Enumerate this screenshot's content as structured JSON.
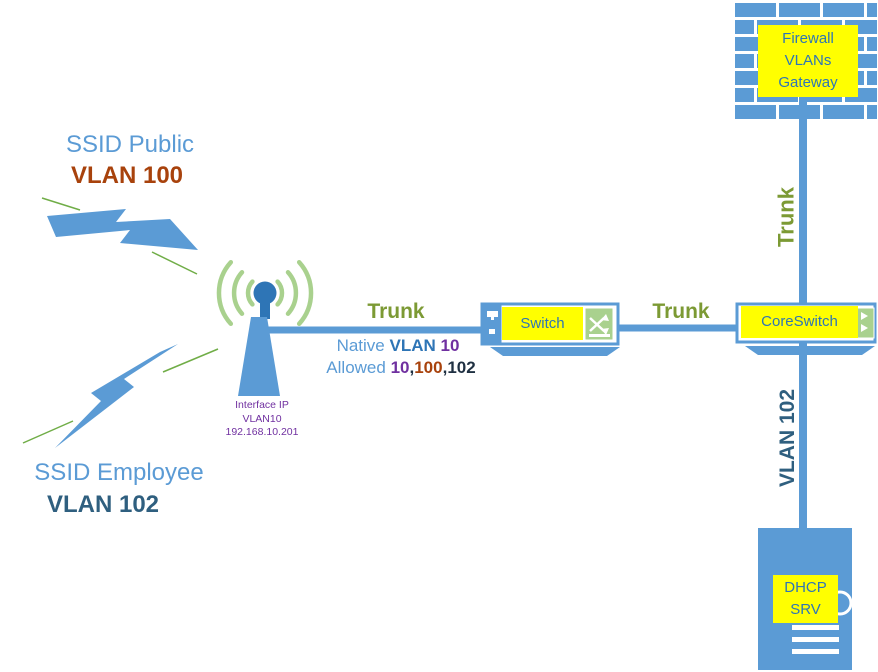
{
  "palette": {
    "primary_blue": "#5B9BD5",
    "dark_blue": "#2E75B6",
    "label_yellow": "#FFFF00",
    "olive_green": "#7C9A34",
    "leaf_green": "#70AD47",
    "arc_green": "#A9D18E",
    "purple": "#7030A0",
    "rust_orange": "#A8420C",
    "steel_blue": "#2F5F7F",
    "dark_navy": "#1F3042"
  },
  "wifi": {
    "public_ssid": "SSID Public",
    "public_vlan": "VLAN 100",
    "employee_ssid": "SSID Employee",
    "employee_vlan": "VLAN 102"
  },
  "access_point": {
    "line1": "Interface IP",
    "line2": "VLAN10",
    "line3": "192.168.10.201"
  },
  "links": {
    "ap_switch_label": "Trunk",
    "native_prefix": "Native ",
    "native_vlan_word": "VLAN ",
    "native_vlan_id": "10",
    "allowed_prefix": "Allowed ",
    "allowed_v1": "10",
    "comma1": ",",
    "allowed_v2": "100",
    "comma2": ",",
    "allowed_v3": "102",
    "switch_core_label": "Trunk",
    "core_firewall_label": "Trunk",
    "core_server_label": "VLAN 102"
  },
  "devices": {
    "firewall_line1": "Firewall",
    "firewall_line2": "VLANs",
    "firewall_line3": "Gateway",
    "switch_label": "Switch",
    "core_switch_label": "CoreSwitch",
    "server_line1": "DHCP",
    "server_line2": "SRV"
  }
}
